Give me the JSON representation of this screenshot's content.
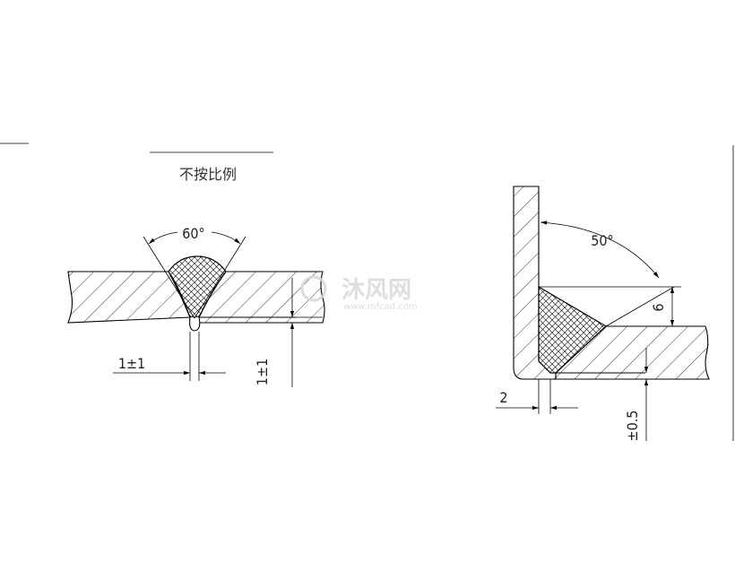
{
  "note": "不按比例",
  "butt_weld": {
    "angle_label": "60°",
    "gap_label": "1±1",
    "root_label": "1±1"
  },
  "fillet_weld": {
    "angle_label": "50°",
    "depth_label": "6",
    "gap_label": "2",
    "tolerance_label": "±0.5"
  },
  "watermark": {
    "brand": "沐风网",
    "url": "www.mfcad.com"
  }
}
